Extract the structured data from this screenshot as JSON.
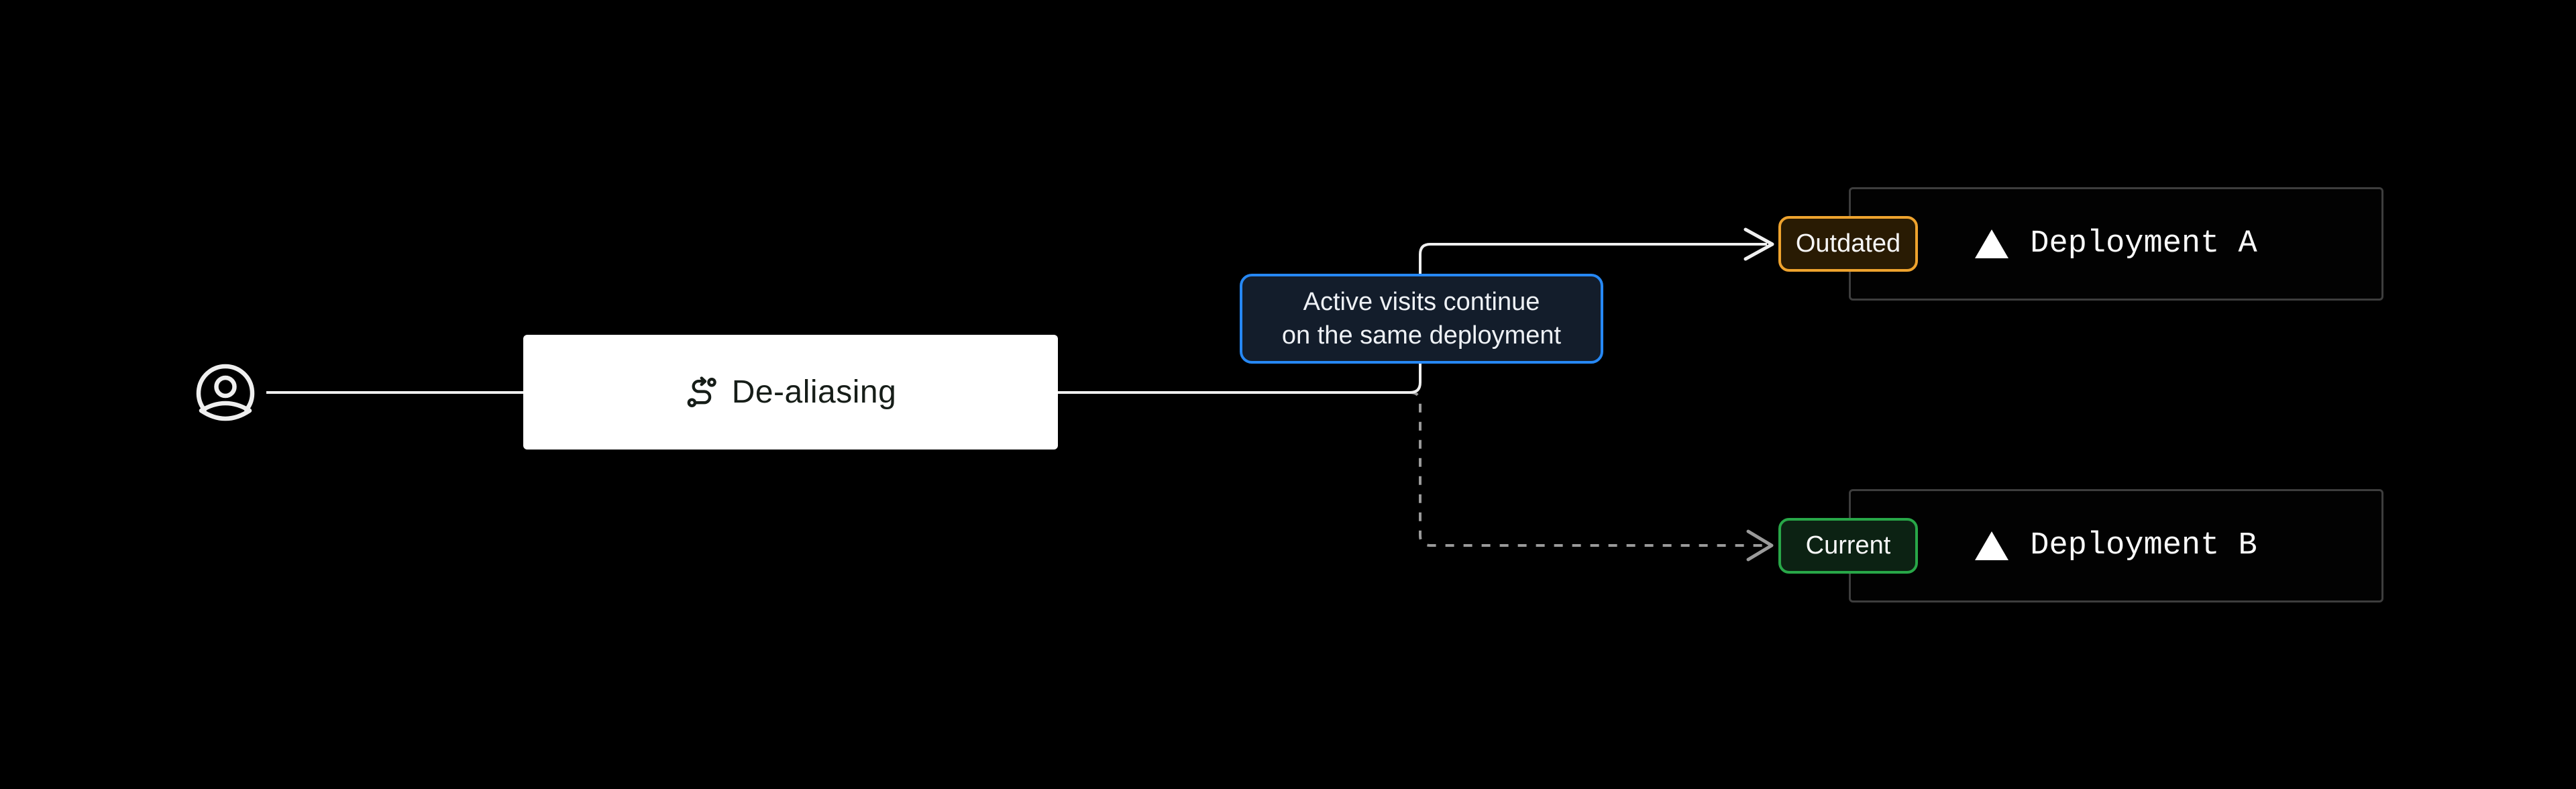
{
  "diagram": {
    "background_color": "#000000",
    "user": {
      "icon": "user-circle-icon",
      "color": "#efefef"
    },
    "dealiasing_node": {
      "label": "De-aliasing",
      "icon": "route-icon",
      "bg_color": "#ffffff",
      "text_color": "#161d18"
    },
    "tooltip": {
      "text_line1": "Active visits continue",
      "text_line2": "on the same deployment",
      "border_color": "#2688f4",
      "bg_color": "#131d2b",
      "text_color": "#eef1f5"
    },
    "deployment_a": {
      "label": "Deployment A",
      "icon": "vercel-triangle-icon",
      "border_color": "#3d3d3d",
      "text_color": "#fafafa",
      "badge": {
        "label": "Outdated",
        "border_color": "#eea32e",
        "bg_color": "#291b03"
      }
    },
    "deployment_b": {
      "label": "Deployment B",
      "icon": "vercel-triangle-icon",
      "border_color": "#3d3d3d",
      "text_color": "#fafafa",
      "badge": {
        "label": "Current",
        "border_color": "#28a748",
        "bg_color": "#0c2213"
      }
    },
    "edges": {
      "solid_color": "#f0f0f0",
      "dashed_color": "#9a9a9a"
    }
  }
}
